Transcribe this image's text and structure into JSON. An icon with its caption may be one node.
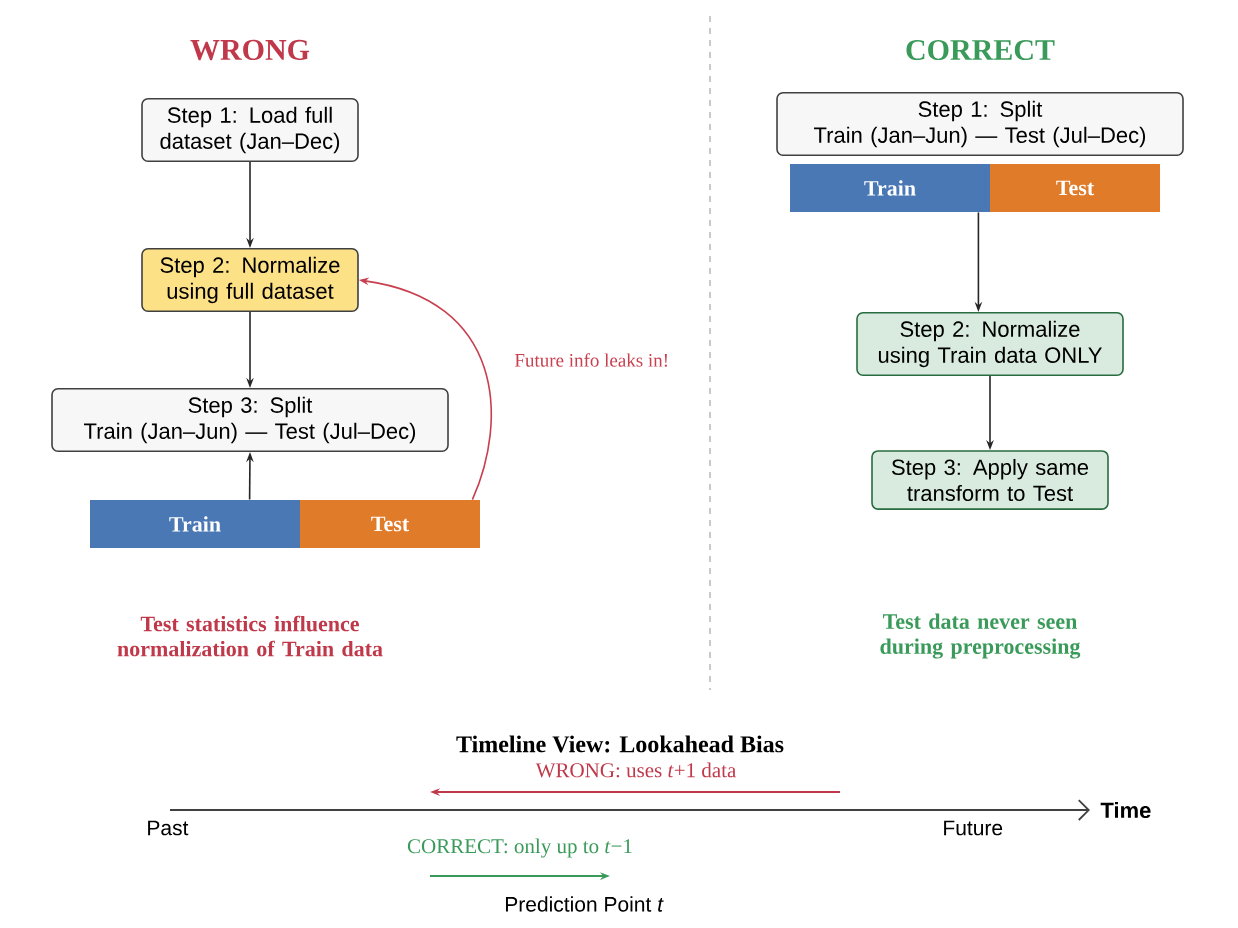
{
  "diagram": {
    "nodes": [
      {
        "text": [
          "Step 1: Load full dataset (Jan–Dec)"
        ]
      },
      {
        "text": [
          "Step 2: Normalize using full dataset"
        ]
      },
      {
        "text": [
          "Step 3: Split",
          "Train (Jan–Jun) — Test (Jul–Dec)"
        ]
      },
      {
        "text": [
          "Train"
        ]
      },
      {
        "text": [
          "Test"
        ]
      },
      {
        "text": [
          "Step 1: Split",
          "Train (Jan–Jun) — Test (Jul–Dec)"
        ]
      },
      {
        "text": [
          "Train"
        ]
      },
      {
        "text": [
          "Test"
        ]
      },
      {
        "text": [
          "Step 2: Normalize using Train data ONLY"
        ]
      },
      {
        "text": [
          "Step 3: Apply same transform to Test"
        ]
      }
    ],
    "edges": [
      {
        "from": 0,
        "to": 1,
        "arrow": "to"
      },
      {
        "from": 1,
        "to": 2,
        "arrow": "to"
      },
      {
        "from": 3,
        "to": 2,
        "arrow": "to"
      },
      {
        "from": 4,
        "to": 1,
        "arrow": "to",
        "label": "Future info leaks in!",
        "color": "#c8404f"
      },
      {
        "from": 6,
        "to": 8,
        "arrow": "to"
      },
      {
        "from": 8,
        "to": 9,
        "arrow": "to"
      }
    ],
    "labels": [
      "WRONG",
      "CORRECT",
      "Test statistics influence normalization of Train data",
      "Test data never seen during preprocessing",
      "Timeline View: Lookahead Bias",
      "WRONG: uses *t*+1 data",
      "Past",
      "Future",
      "Time",
      "CORRECT: only up to *t*−1",
      "Prediction Point *t*"
    ]
  }
}
